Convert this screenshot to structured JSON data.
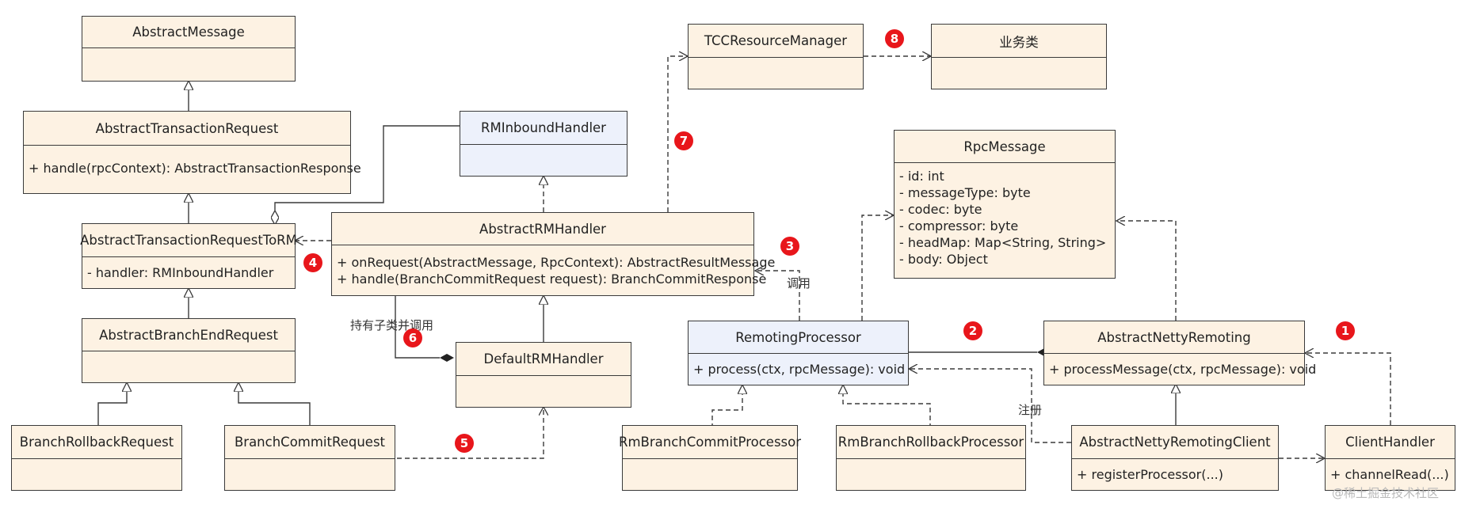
{
  "classes": {
    "abstract_message": {
      "name": "AbstractMessage",
      "members": []
    },
    "abstract_transaction_request": {
      "name": "AbstractTransactionRequest",
      "members": [
        "+ handle(rpcContext): AbstractTransactionResponse"
      ]
    },
    "abstract_transaction_request_to_rm": {
      "name": "AbstractTransactionRequestToRM",
      "members": [
        "- handler: RMInboundHandler"
      ]
    },
    "abstract_branch_end_request": {
      "name": "AbstractBranchEndRequest",
      "members": []
    },
    "branch_rollback_request": {
      "name": "BranchRollbackRequest",
      "members": []
    },
    "branch_commit_request": {
      "name": "BranchCommitRequest",
      "members": []
    },
    "rm_inbound_handler": {
      "name": "RMInboundHandler",
      "members": []
    },
    "abstract_rm_handler": {
      "name": "AbstractRMHandler",
      "members": [
        "+ onRequest(AbstractMessage, RpcContext): AbstractResultMessage",
        "+ handle(BranchCommitRequest request): BranchCommitResponse"
      ]
    },
    "default_rm_handler": {
      "name": "DefaultRMHandler",
      "members": []
    },
    "tcc_resource_manager": {
      "name": "TCCResourceManager",
      "members": []
    },
    "business_class": {
      "name": "业务类",
      "members": []
    },
    "rpc_message": {
      "name": "RpcMessage",
      "members": [
        "- id: int",
        "- messageType: byte",
        "- codec: byte",
        "- compressor: byte",
        "- headMap: Map<String, String>",
        "- body: Object"
      ]
    },
    "remoting_processor": {
      "name": "RemotingProcessor",
      "members": [
        "+ process(ctx, rpcMessage): void"
      ]
    },
    "abstract_netty_remoting": {
      "name": "AbstractNettyRemoting",
      "members": [
        "+ processMessage(ctx, rpcMessage): void"
      ]
    },
    "rm_branch_commit_processor": {
      "name": "RmBranchCommitProcessor",
      "members": []
    },
    "rm_branch_rollback_processor": {
      "name": "RmBranchRollbackProcessor",
      "members": []
    },
    "abstract_netty_remoting_client": {
      "name": "AbstractNettyRemotingClient",
      "members": [
        "+ registerProcessor(...)"
      ]
    },
    "client_handler": {
      "name": "ClientHandler",
      "members": [
        "+ channelRead(...)"
      ]
    }
  },
  "edge_labels": {
    "call": "调用",
    "hold_subclass_and_call": "持有子类并调用",
    "register": "注册"
  },
  "markers": [
    "1",
    "2",
    "3",
    "4",
    "5",
    "6",
    "7",
    "8"
  ],
  "watermark": "@稀土掘金技术社区",
  "colors": {
    "class_fill": "#fdf2e3",
    "interface_fill": "#edf1fb",
    "marker": "#e8161b",
    "line": "#3a3a3a"
  }
}
